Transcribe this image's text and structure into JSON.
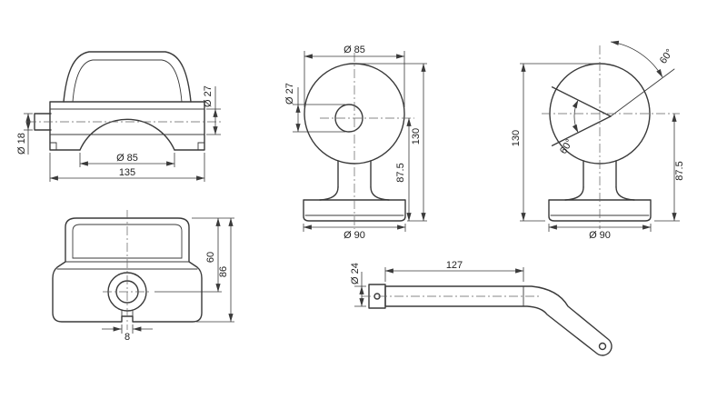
{
  "drawing": {
    "background": "#ffffff",
    "line_color": "#3a3a3a",
    "views": {
      "housing_side": {
        "dims": {
          "bore_diameter": "Ø 27",
          "shaft_diameter": "Ø 18",
          "socket_diameter": "Ø 85",
          "overall_width": "135"
        }
      },
      "housing_top": {
        "dims": {
          "center_offset": "60",
          "overall_depth": "86",
          "slot_width": "8"
        }
      },
      "ball_front": {
        "dims": {
          "head_diameter": "Ø 85",
          "hole_diameter": "Ø 27",
          "overall_height": "130",
          "center_height": "87.5",
          "base_diameter": "Ø 90"
        }
      },
      "ball_swivel": {
        "dims": {
          "angle_upper": "60°",
          "angle_lower": "60°",
          "overall_height": "130",
          "center_height": "87.5",
          "base_diameter": "Ø 90"
        }
      },
      "handle": {
        "dims": {
          "rod_diameter": "Ø 24",
          "length": "127"
        }
      }
    }
  }
}
